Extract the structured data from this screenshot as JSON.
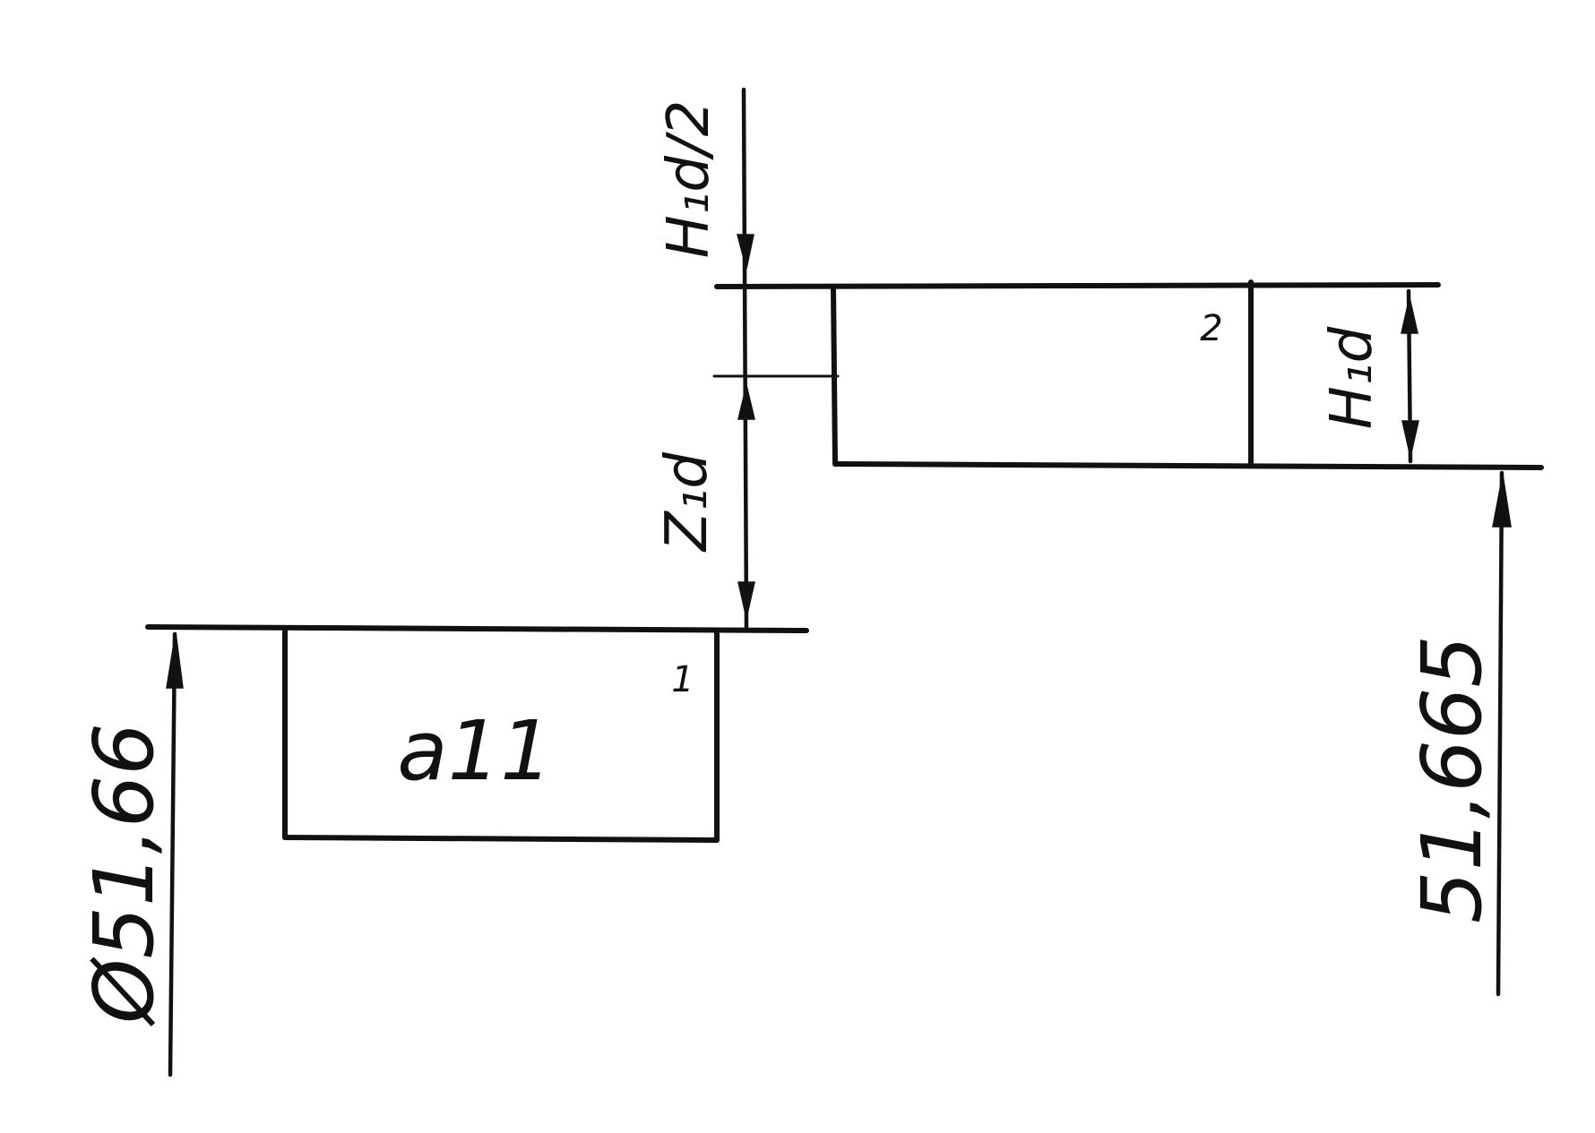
{
  "diagram": {
    "labels": {
      "hid_half": "H₁d/2",
      "zid": "Z₁d",
      "hid": "H₁d",
      "field_left": "a11",
      "marker_1": "1",
      "marker_2": "2",
      "dim_left": "Ø51,66",
      "dim_right": "51,665"
    },
    "ink_color": "#111111"
  }
}
